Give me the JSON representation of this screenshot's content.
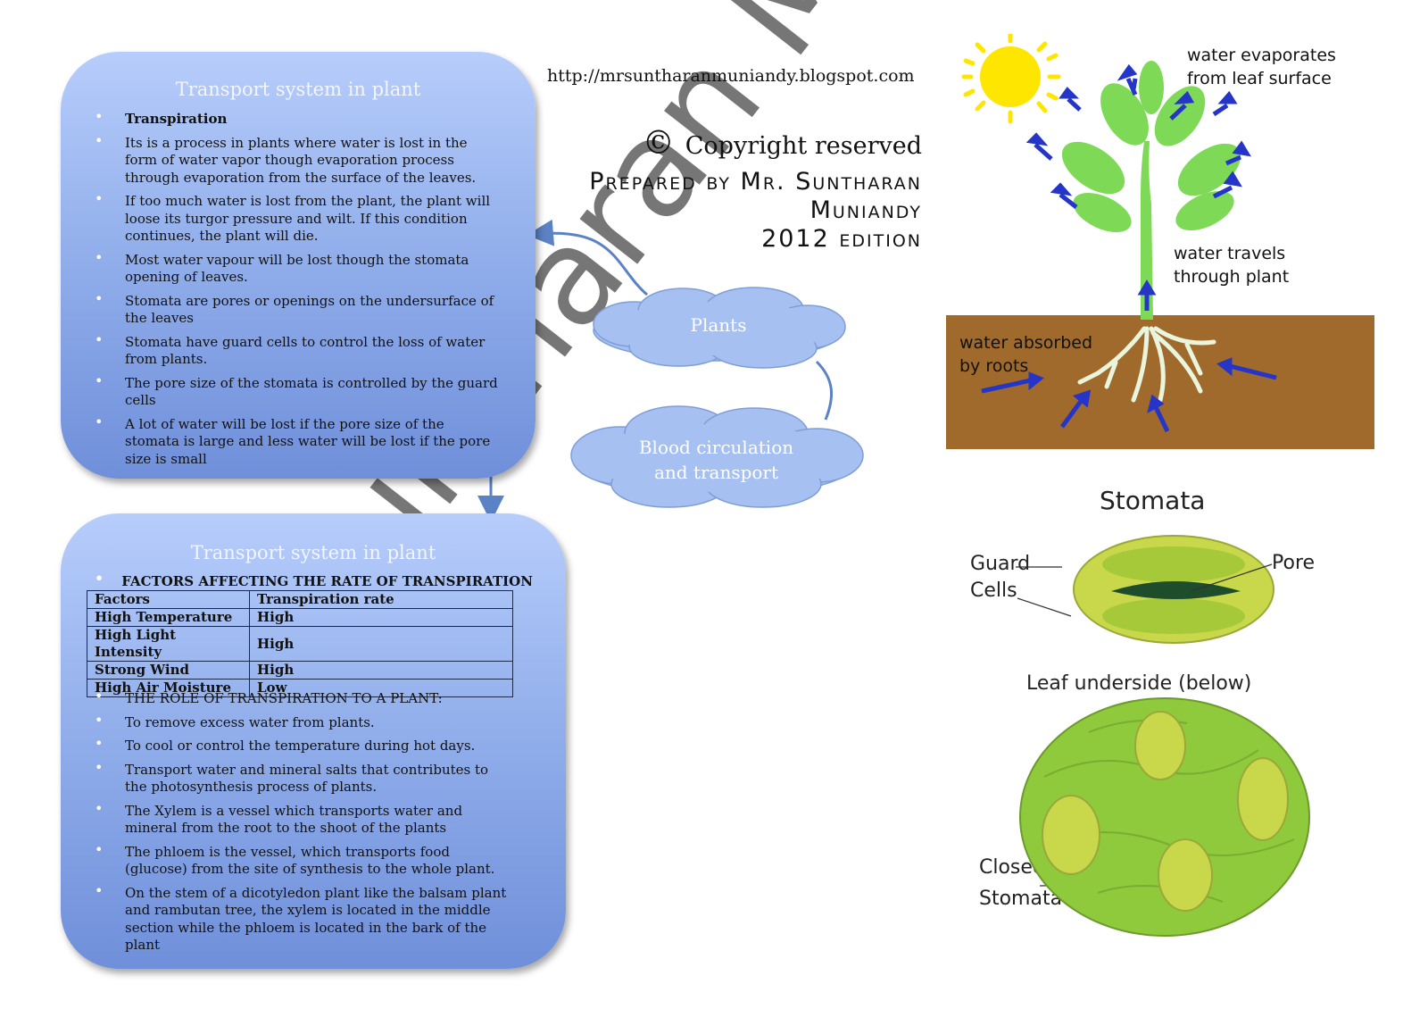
{
  "watermark": "Suntharan Muniandy",
  "url": "http://mrsuntharanmuniandy.blogspot.com",
  "copyright": {
    "symbol": "©",
    "text": "Copyright reserved",
    "prepared_by_line1": "Prepared by Mr. Suntharan",
    "prepared_by_line2": "Muniandy",
    "edition": "2012 edition"
  },
  "clouds": {
    "plants": "Plants",
    "blood_line1": "Blood circulation",
    "blood_line2": "and transport"
  },
  "panel1": {
    "title": "Transport system in plant",
    "bullets": [
      "Transpiration",
      "Its is a process in plants where water is lost in the form of water vapor though evaporation process through evaporation from the surface of the leaves.",
      "If too much water is lost from the plant, the plant will loose its turgor pressure and wilt. If this condition continues, the plant will die.",
      "Most water vapour will be lost though the stomata opening of leaves.",
      "Stomata are pores or openings on the undersurface of the leaves",
      "Stomata have guard cells to control the loss of water from plants.",
      " The pore size of the stomata is controlled by the guard cells",
      "A lot of water will be lost if the pore size of the stomata is large and less water will be lost if the pore size is small"
    ]
  },
  "panel2": {
    "title": "Transport system in plant",
    "factors_heading": "FACTORS AFFECTING THE RATE OF TRANSPIRATION",
    "table": {
      "headers": [
        "Factors",
        "Transpiration rate"
      ],
      "rows": [
        [
          "High Temperature",
          "High"
        ],
        [
          "High Light Intensity",
          "High"
        ],
        [
          "Strong Wind",
          "High"
        ],
        [
          "High Air Moisture",
          "Low"
        ]
      ]
    },
    "bullets": [
      "THE ROLE OF TRANSPIRATION TO A PLANT:",
      "To remove excess water from plants.",
      "To cool or control the temperature during hot days.",
      "Transport water and mineral salts that contributes to the photosynthesis process of plants.",
      "The Xylem is a vessel which transports water and mineral from the root to the shoot of the plants",
      "The phloem is the vessel, which transports food (glucose) from the site of synthesis to the whole plant.",
      "On the stem of a dicotyledon plant like the balsam plant and rambutan tree, the xylem is located in the middle section while the phloem is located in the bark of the plant"
    ]
  },
  "plant_figure": {
    "label_evaporates_1": "water evaporates",
    "label_evaporates_2": "from leaf surface",
    "label_travels_1": "water travels",
    "label_travels_2": "through plant",
    "label_absorbed_1": "water absorbed",
    "label_absorbed_2": "by roots"
  },
  "stomata_figure": {
    "title": "Stomata",
    "guard_1": "Guard",
    "guard_2": "Cells",
    "pore": "Pore",
    "leaf_underside": "Leaf underside (below)",
    "closed": "Closed",
    "stomata": "Stomata"
  },
  "colors": {
    "panel_top": "#b7cdfb",
    "panel_bottom": "#6f8fda",
    "cloud": "#a7c0f2",
    "soil": "#a06a2c",
    "plant_green": "#7ed957",
    "arrow_blue": "#2535c8",
    "leaf_green": "#8fc93c"
  }
}
